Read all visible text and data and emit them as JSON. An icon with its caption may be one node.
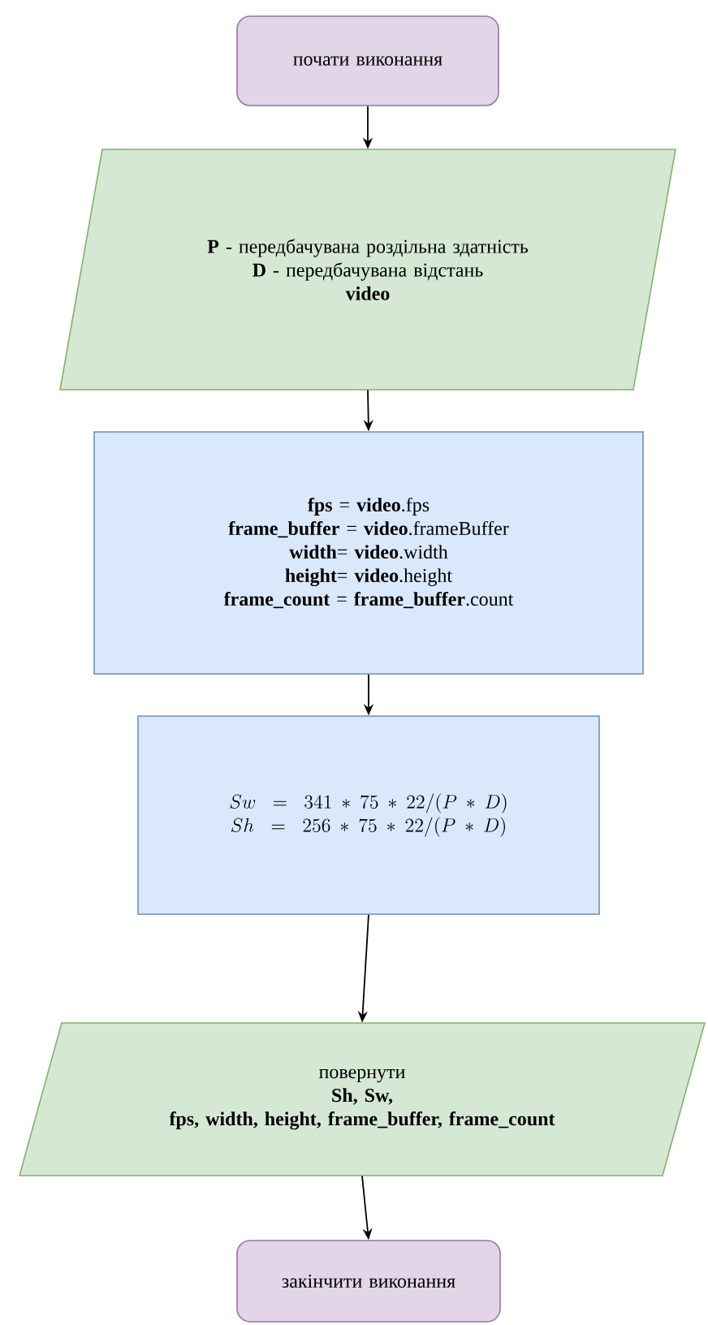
{
  "diagram": {
    "nodes": [
      {
        "text": [
          "почати виконання"
        ]
      },
      {
        "text": [
          "**P** - передбачувана роздільна здатність",
          "**D** - передбачувана відстань",
          "**video**"
        ]
      },
      {
        "text": [
          "**fps** = **video**.fps",
          "**frame_buffer** = **video**.frameBuffer",
          "**width**= **video**.width",
          "**height**= **video**.height",
          "**frame_count** = **frame_buffer**.count"
        ]
      },
      {
        "text": [
          "Sw = 341*75*22/(P*D)",
          "Sh = 256*75*22/(P*D)"
        ]
      },
      {
        "text": [
          "повернути",
          "**Sh, Sw,**",
          "**fps, width, height, frame_buffer, frame_count**"
        ]
      },
      {
        "text": [
          "закінчити виконання"
        ]
      }
    ],
    "edges": [
      {
        "from": 0,
        "to": 1,
        "arrow": "to"
      },
      {
        "from": 1,
        "to": 2,
        "arrow": "to"
      },
      {
        "from": 2,
        "to": 3,
        "arrow": "to"
      },
      {
        "from": 3,
        "to": 4,
        "arrow": "to"
      },
      {
        "from": 4,
        "to": 5,
        "arrow": "to"
      }
    ]
  }
}
